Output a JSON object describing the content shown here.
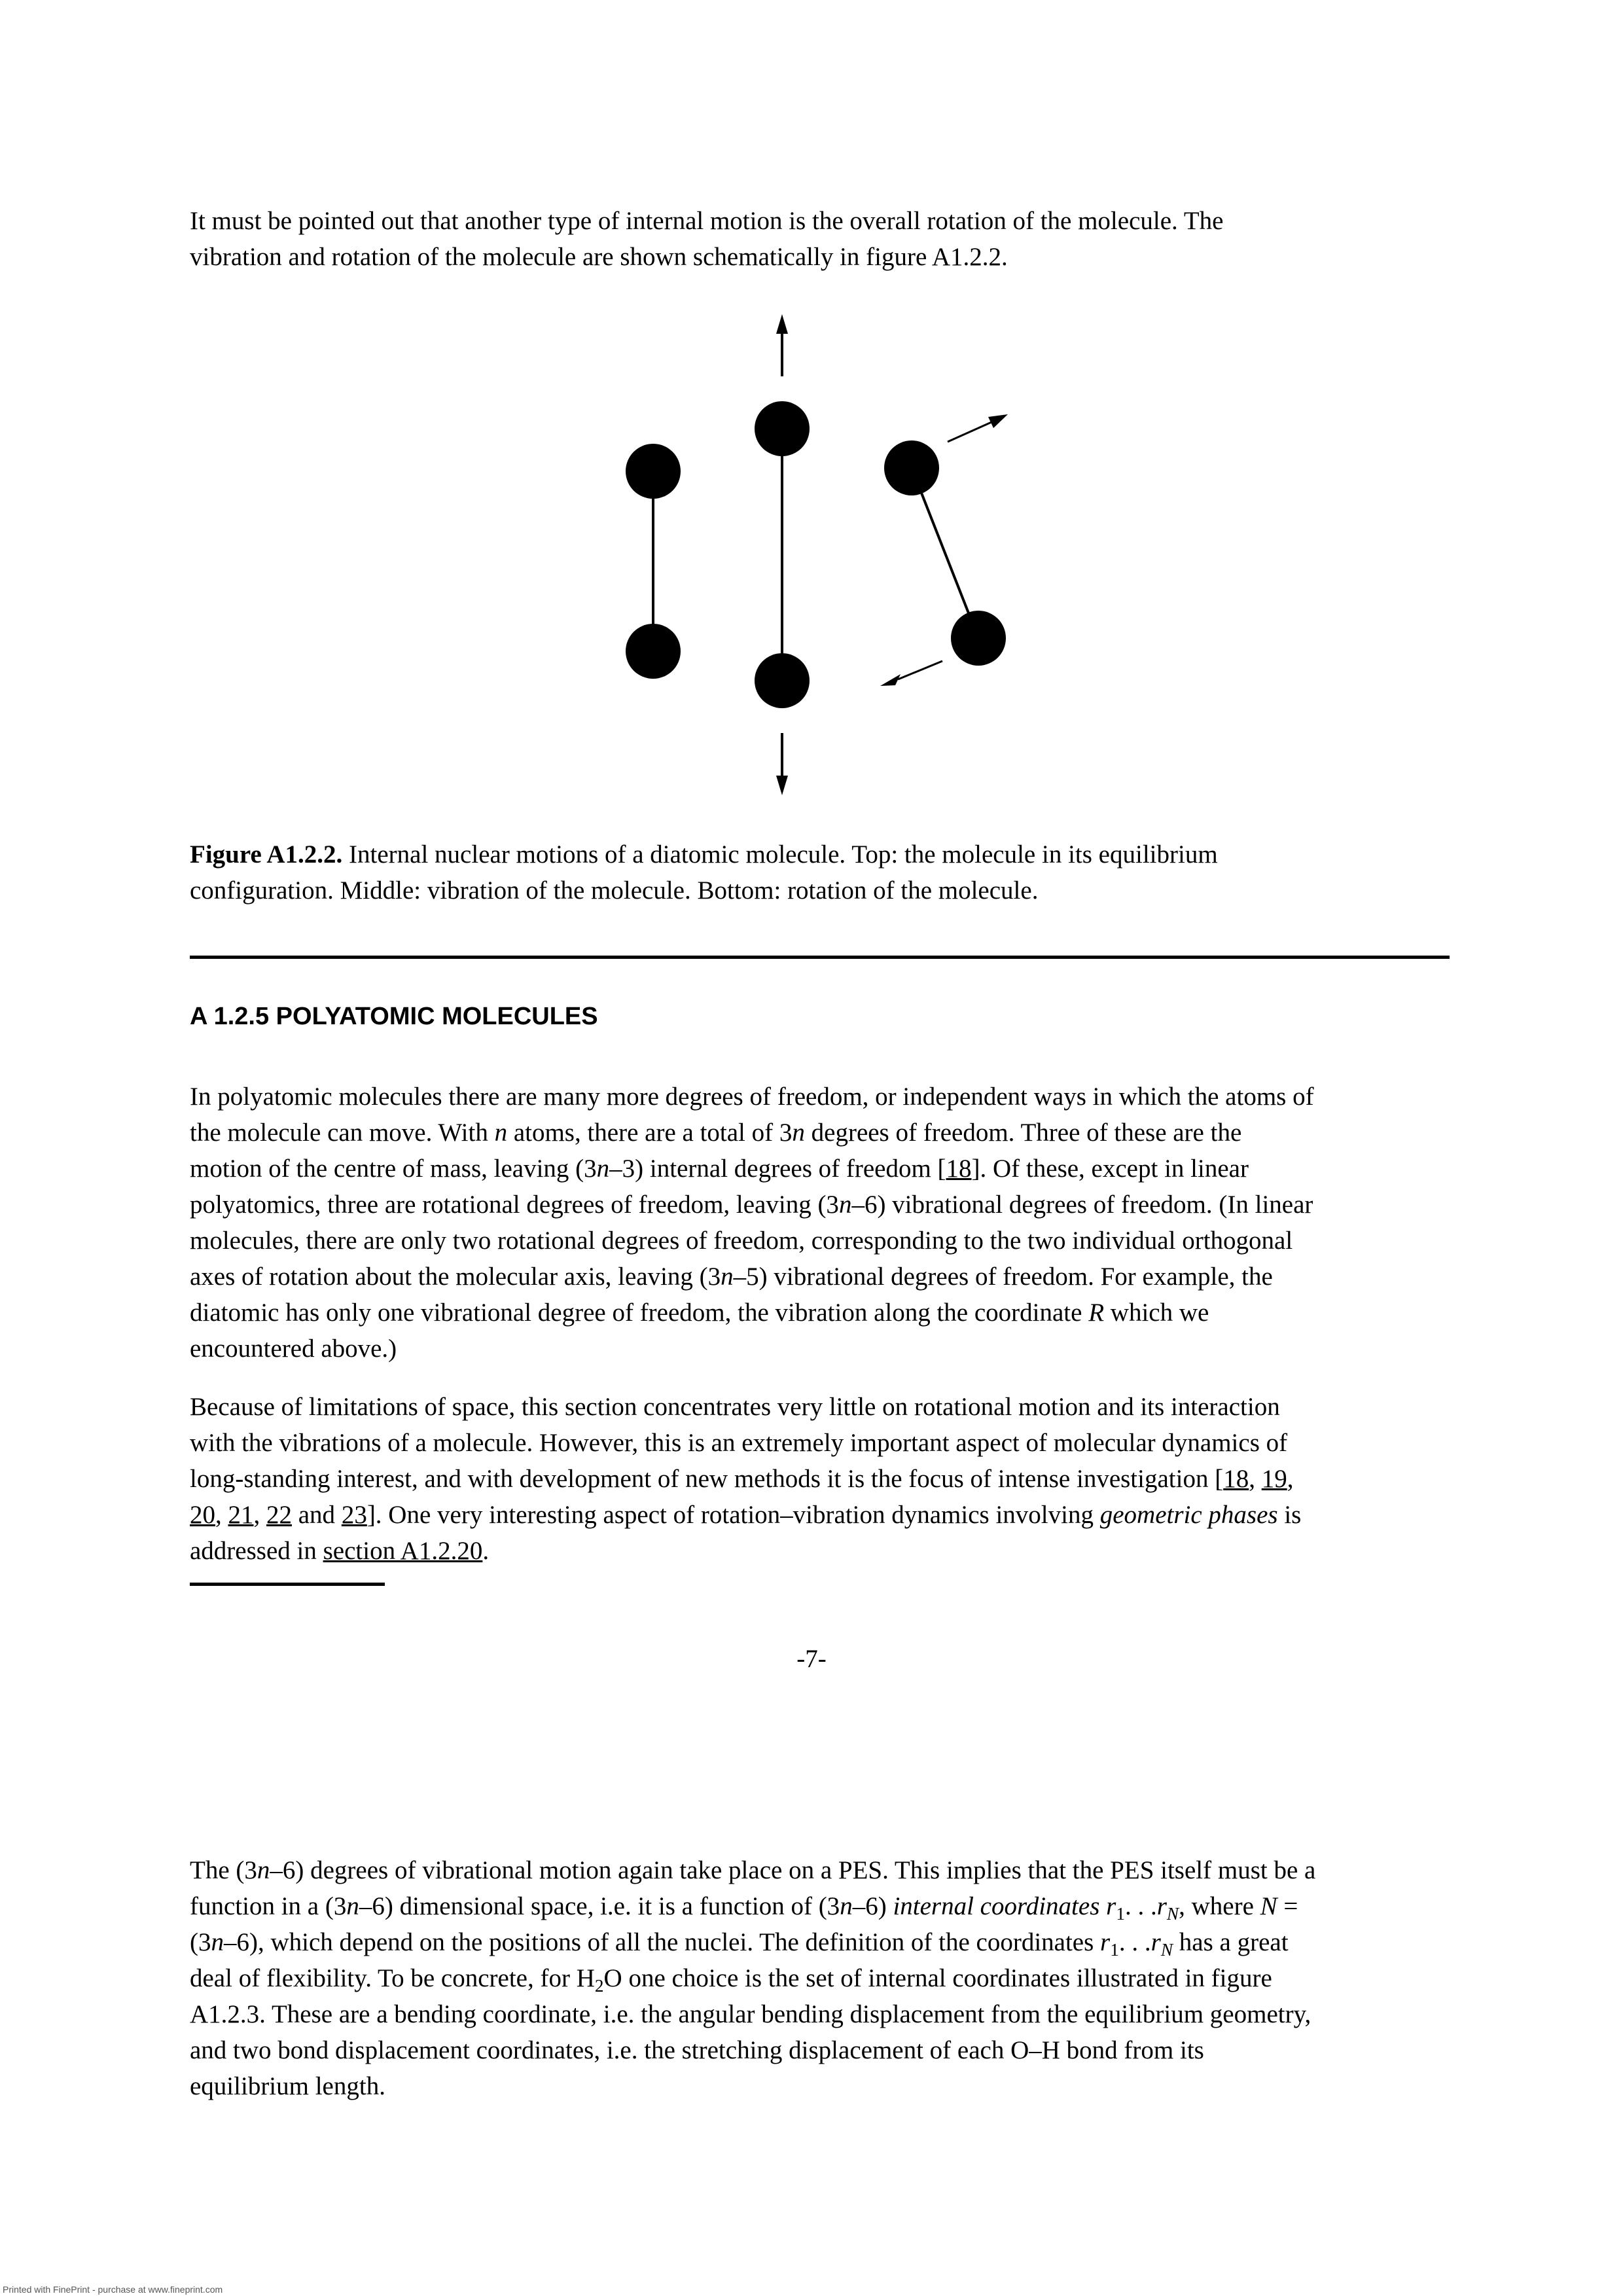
{
  "intro": {
    "line1": "It must be pointed out that another type of internal motion is the overall rotation of the molecule. The",
    "line2": "vibration and rotation of the molecule are shown schematically in figure A1.2.2."
  },
  "figure": {
    "caption_label": "Figure A1.2.2.",
    "caption_line1_rest": " Internal nuclear motions of a diatomic molecule. Top: the molecule in its equilibrium",
    "caption_line2": "configuration. Middle: vibration of the molecule. Bottom: rotation of the molecule."
  },
  "section_heading": "A 1.2.5 POLYATOMIC MOLECULES",
  "p1": {
    "l1": "In polyatomic molecules there are many more degrees of freedom, or independent ways in which the atoms of",
    "l2a": "the molecule can move. With ",
    "l2n": "n",
    "l2b": " atoms, there are a total of 3",
    "l2n2": "n",
    "l2c": " degrees of freedom. Three of these are the",
    "l3a": "motion of the centre of mass, leaving (3",
    "l3n": "n",
    "l3b": "–3) internal degrees of freedom [",
    "l3ref": "18",
    "l3c": "]. Of these, except in linear",
    "l4a": "polyatomics, three are rotational degrees of freedom, leaving (3",
    "l4n": "n",
    "l4b": "–6) vibrational degrees of freedom. (In linear",
    "l5": "molecules, there are only two rotational degrees of freedom, corresponding to the two individual orthogonal",
    "l6a": "axes of rotation about the molecular axis, leaving (3",
    "l6n": "n",
    "l6b": "–5) vibrational degrees of freedom. For example, the",
    "l7a": "diatomic has only one vibrational degree of freedom, the vibration along the coordinate ",
    "l7R": "R",
    "l7b": " which we",
    "l8": "encountered above.)"
  },
  "p2": {
    "l1": "Because of limitations of space, this section concentrates very little on rotational motion and its interaction",
    "l2": "with the vibrations of a molecule. However, this is an extremely important aspect of molecular dynamics of",
    "l3a": "long-standing interest, and with development of new methods it is the focus of intense investigation [",
    "r18": "18",
    "sep1": ", ",
    "r19": "19",
    "l3b": ",",
    "r20": "20",
    "sep2": ", ",
    "r21": "21",
    "sep3": ", ",
    "r22": "22",
    "and": " and ",
    "r23": "23",
    "l4b": "]. One very interesting aspect of rotation–vibration dynamics involving ",
    "l4i": "geometric phases",
    "l4c": " is",
    "l5a": "addressed in ",
    "l5link": "section A1.2.20",
    "l5b": "."
  },
  "page_number": "-7-",
  "p3": {
    "l1a": "The (3",
    "l1n": "n",
    "l1b": "–6) degrees of vibrational motion again take place on a PES. This implies that the PES itself must be a",
    "l2a": "function in a (3",
    "l2n": "n",
    "l2b": "–6) dimensional space, i.e. it is a function of (3",
    "l2n2": "n",
    "l2c": "–6) ",
    "l2i": "internal coordinates r",
    "l2s1": "1",
    "l2d": ". . .",
    "l2r": "r",
    "l2sN": "N",
    "l2e": ", where ",
    "l2N": "N",
    "l2f": " =",
    "l3a": "(3",
    "l3n": "n",
    "l3b": "–6), which depend on the positions of all the nuclei. The definition of the coordinates ",
    "l3r1": "r",
    "l3s1": "1",
    "l3c": ". . .",
    "l3rN": "r",
    "l3sN": "N",
    "l3d": " has a great",
    "l4a": "deal of flexibility. To be concrete, for H",
    "l4s": "2",
    "l4b": "O one choice is the set of internal coordinates illustrated in figure",
    "l5": "A1.2.3. These are a bending coordinate, i.e. the angular bending displacement from the equilibrium geometry,",
    "l6": "and two bond displacement coordinates, i.e. the stretching displacement of each O–H bond from its",
    "l7": "equilibrium length."
  },
  "footer": "Printed with FinePrint - purchase at www.fineprint.com"
}
